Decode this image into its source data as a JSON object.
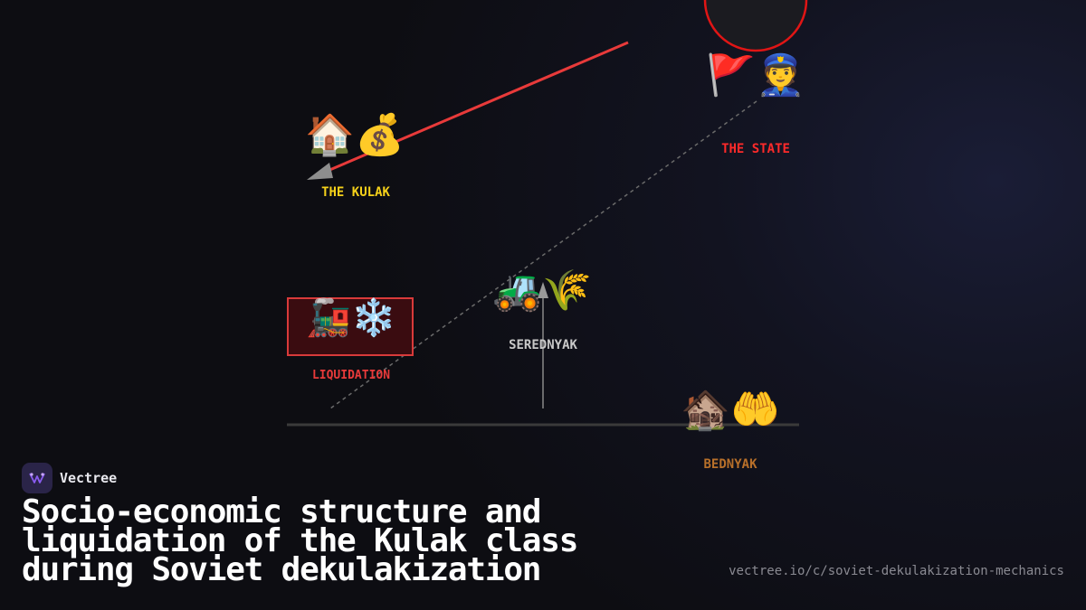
{
  "nodes": {
    "state": {
      "label": "THE STATE",
      "icons": "🚩👮",
      "color": "#ff2a2a"
    },
    "kulak": {
      "label": "THE KULAK",
      "icons": "🏠💰",
      "color": "#f5d11a"
    },
    "liquidation": {
      "label": "LIQUIDATION",
      "icons": "🚂❄️",
      "color": "#e83a3a"
    },
    "serednyak": {
      "label": "SEREDNYAK",
      "icons": "🚜🌾",
      "color": "#c8c8c8"
    },
    "bednyak": {
      "label": "BEDNYAK",
      "icons": "🏚️🤲",
      "color": "#b8702a"
    }
  },
  "colors": {
    "accent_red": "#e83a3a",
    "connector_gray": "#777777",
    "axis": "#3a3a3a",
    "brand_purple": "#8a5cf0"
  },
  "brand": {
    "name": "Vectree",
    "logo_icon": "vectree-logo-icon"
  },
  "title": "Socio-economic structure and liquidation of the Kulak class during Soviet dekulakization",
  "url": "vectree.io/c/soviet-dekulakization-mechanics"
}
